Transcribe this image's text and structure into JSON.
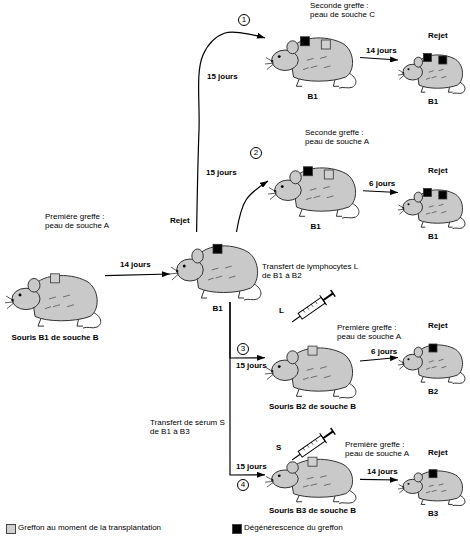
{
  "diagram": {
    "nodes": [
      {
        "text": [
          "Première greffe : peau de souche A",
          "Souris B1 de souche B"
        ]
      },
      {
        "text": [
          "Rejet",
          "B1"
        ]
      },
      {
        "text": [
          "Seconde greffe : peau de souche C",
          "B1"
        ]
      },
      {
        "text": [
          "Rejet",
          "B1"
        ]
      },
      {
        "text": [
          "Seconde greffe : peau de souche A",
          "B1"
        ]
      },
      {
        "text": [
          "Rejet",
          "B1"
        ]
      },
      {
        "text": [
          "Première greffe : peau de souche A",
          "Souris B2 de souche B"
        ]
      },
      {
        "text": [
          "Rejet",
          "B2"
        ]
      },
      {
        "text": [
          "Première greffe : peau de souche A",
          "Souris B3 de souche B"
        ]
      },
      {
        "text": [
          "Rejet",
          "B3"
        ]
      }
    ],
    "edges": [
      {
        "from": 0,
        "to": 1,
        "label": "14 jours",
        "arrow": "to"
      },
      {
        "from": 1,
        "to": 2,
        "label": "15 jours",
        "arrow": "to"
      },
      {
        "from": 2,
        "to": 3,
        "label": "14 jours",
        "arrow": "to"
      },
      {
        "from": 1,
        "to": 4,
        "label": "15 jours",
        "arrow": "to"
      },
      {
        "from": 4,
        "to": 5,
        "label": "6 jours",
        "arrow": "to"
      },
      {
        "from": 1,
        "to": 6,
        "label": "15 jours",
        "arrow": "to"
      },
      {
        "from": 6,
        "to": 7,
        "label": "6 jours",
        "arrow": "to"
      },
      {
        "from": 1,
        "to": 8,
        "label": "15 jours",
        "arrow": "to"
      },
      {
        "from": 8,
        "to": 9,
        "label": "14 jours",
        "arrow": "to"
      }
    ],
    "labels": [
      "1",
      "2",
      "Transfert de lymphocytes L de B1 à B2",
      "3",
      "L",
      "Transfert de sérum S de B1 à B3",
      "4",
      "S"
    ],
    "legend": [
      {
        "text": "Greffon au moment de la transplantation",
        "color": "#d0d0d0"
      },
      {
        "text": "Dégénérescence du greffon",
        "color": "#000000"
      }
    ]
  }
}
